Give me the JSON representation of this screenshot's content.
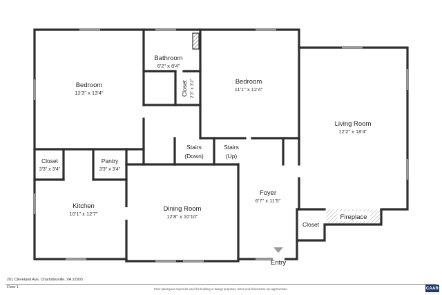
{
  "rooms": {
    "bedroom_left": {
      "name": "Bedroom",
      "dims": "12'3\" x 13'4\""
    },
    "bathroom": {
      "name": "Bathroom",
      "dims": "6'2\" x 8'4\""
    },
    "closet_bath": {
      "name": "Closet",
      "dims": "2'3\" x 3'2\""
    },
    "bedroom_center": {
      "name": "Bedroom",
      "dims": "11'1\" x 12'4\""
    },
    "living_room": {
      "name": "Living Room",
      "dims": "12'2\" x 18'4\""
    },
    "stairs_down": {
      "name": "Stairs",
      "sub": "(Down)"
    },
    "stairs_up": {
      "name": "Stairs",
      "sub": "(Up)"
    },
    "closet_left": {
      "name": "Closet",
      "dims": "3'3\" x 3'4\""
    },
    "pantry": {
      "name": "Pantry",
      "dims": "3'3\" x 3'4\""
    },
    "foyer": {
      "name": "Foyer",
      "dims": "6'7\" x 11'5\""
    },
    "kitchen": {
      "name": "Kitchen",
      "dims": "10'1\" x 12'7\""
    },
    "dining_room": {
      "name": "Dining Room",
      "dims": "12'8\" x 10'10\""
    },
    "closet_foyer": {
      "name": "Closet"
    },
    "fireplace": {
      "name": "Fireplace"
    },
    "entry": {
      "name": "Entry"
    }
  },
  "footer": {
    "address": "201 Cleveland Ave, Charlottesville, VA 22903",
    "floor": "Floor 1",
    "disclaimer": "Floor plans/your cannot be used for building or design purposes. Sizes and dimensions are approximate.",
    "badge": "CAAR"
  },
  "colors": {
    "wall": "#2e2e2e",
    "window": "#9a9a9a",
    "hatch": "#555555",
    "entry_arrow": "#9a9a9a"
  }
}
